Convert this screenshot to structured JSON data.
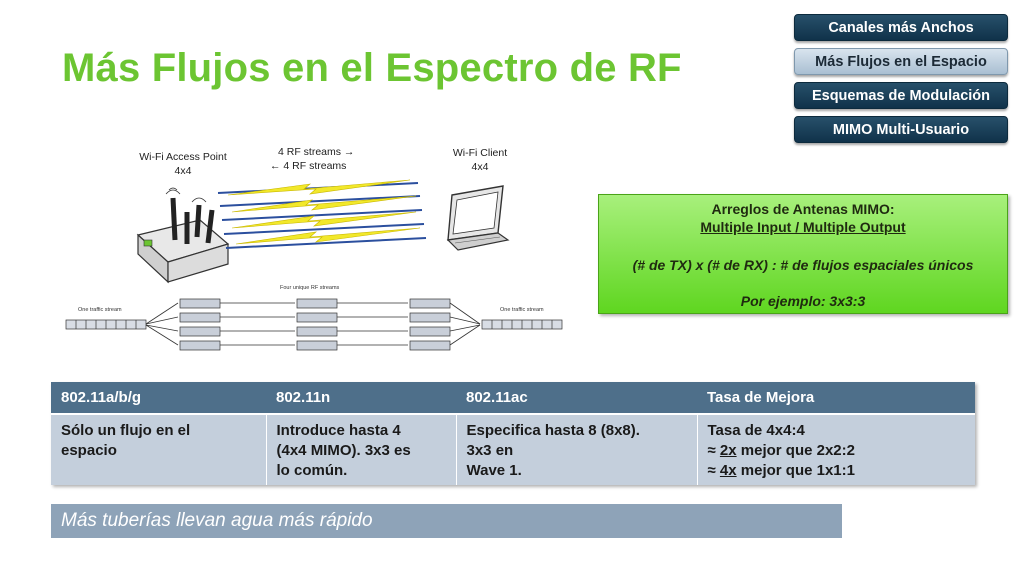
{
  "title": "Más Flujos en el Espectro de RF",
  "nav": [
    {
      "label": "Canales más Anchos",
      "active": false
    },
    {
      "label": "Más Flujos en el Espacio",
      "active": true
    },
    {
      "label": "Esquemas de Modulación",
      "active": false
    },
    {
      "label": "MIMO Multi-Usuario",
      "active": false
    }
  ],
  "diagram": {
    "ap_label_1": "Wi-Fi Access Point",
    "ap_label_2": "4x4",
    "streams_1": "4 RF streams →",
    "streams_2": "← 4 RF streams",
    "client_label_1": "Wi-Fi Client",
    "client_label_2": "4x4",
    "left_stream": "One traffic stream",
    "mid_streams": "Four unique RF streams",
    "right_stream": "One traffic stream"
  },
  "mimo": {
    "line1": "Arreglos de Antenas MIMO:",
    "line2": "Multiple Input / Multiple Output",
    "line3": "(# de TX) x (# de RX) : # de flujos espaciales únicos",
    "line4": "Por ejemplo: 3x3:3"
  },
  "table": {
    "headers": [
      "802.11a/b/g",
      "802.11n",
      "802.11ac",
      "Tasa de Mejora"
    ],
    "col1": [
      "Sólo un flujo en el",
      "espacio"
    ],
    "col2": [
      "Introduce hasta 4",
      "(4x4 MIMO). 3x3 es",
      "lo común."
    ],
    "col3": [
      "Especifica hasta 8 (8x8).",
      "3x3 en",
      "Wave 1."
    ],
    "col4_line1": "Tasa de 4x4:4",
    "col4_line2_prefix": "≈ ",
    "col4_line2_mult": "2x",
    "col4_line2_rest": " mejor que 2x2:2",
    "col4_line3_prefix": "≈ ",
    "col4_line3_mult": "4x",
    "col4_line3_rest": " mejor que 1x1:1"
  },
  "footer": "Más tuberías llevan agua más rápido",
  "colors": {
    "title_green": "#6cc532",
    "nav_dark": "#10324a",
    "nav_active": "#a9bfd2",
    "mimo_green": "#5fd620",
    "table_header": "#4e6f8a",
    "table_cell": "#c4cfdc",
    "footer": "#8ea3b8",
    "lightning": "#f2e82a"
  }
}
